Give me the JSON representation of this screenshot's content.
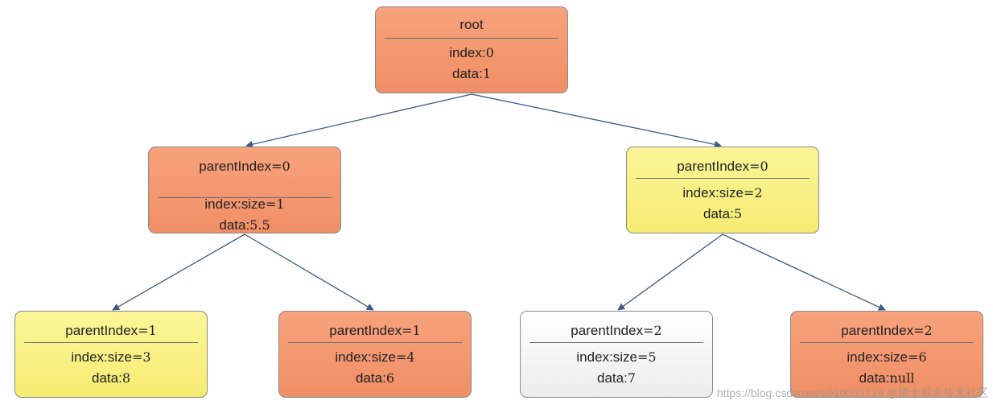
{
  "nodes": [
    {
      "id": "root",
      "title": "root",
      "lines": [
        {
          "label": "index:",
          "value": "0"
        },
        {
          "label": "data:",
          "value": "1"
        }
      ],
      "color": "orange",
      "parent": null
    },
    {
      "id": "n1",
      "title": "parentIndex",
      "title_value": "=0",
      "lines": [
        {
          "label": "index:size",
          "value": "=1"
        },
        {
          "label": "data:",
          "value": "5.5"
        }
      ],
      "color": "orange",
      "parent": "root"
    },
    {
      "id": "n2",
      "title": "parentIndex",
      "title_value": "=0",
      "lines": [
        {
          "label": "index:size",
          "value": "=2"
        },
        {
          "label": "data:",
          "value": "5"
        }
      ],
      "color": "yellow",
      "parent": "root"
    },
    {
      "id": "n3",
      "title": "parentIndex",
      "title_value": "=1",
      "lines": [
        {
          "label": "index:size",
          "value": "=3"
        },
        {
          "label": "data:",
          "value": "8"
        }
      ],
      "color": "yellow",
      "parent": "n1"
    },
    {
      "id": "n4",
      "title": "parentIndex",
      "title_value": "=1",
      "lines": [
        {
          "label": "index:size",
          "value": "=4"
        },
        {
          "label": "data:",
          "value": "6"
        }
      ],
      "color": "orange",
      "parent": "n1"
    },
    {
      "id": "n5",
      "title": "parentIndex",
      "title_value": "=2",
      "lines": [
        {
          "label": "index:size",
          "value": "=5"
        },
        {
          "label": "data:",
          "value": "7"
        }
      ],
      "color": "grey",
      "parent": "n2"
    },
    {
      "id": "n6",
      "title": "parentIndex",
      "title_value": "=2",
      "lines": [
        {
          "label": "index:size",
          "value": "=6"
        },
        {
          "label": "data:",
          "value": "null"
        }
      ],
      "color": "orange",
      "parent": "n2"
    }
  ],
  "colors": {
    "orange": "#f29670",
    "yellow": "#f8f07f",
    "grey": "#f2f2f2",
    "edge": "#3c5a86"
  },
  "watermark": "https://blog.csdn.net/u010059719 @稀土掘金技术社区"
}
